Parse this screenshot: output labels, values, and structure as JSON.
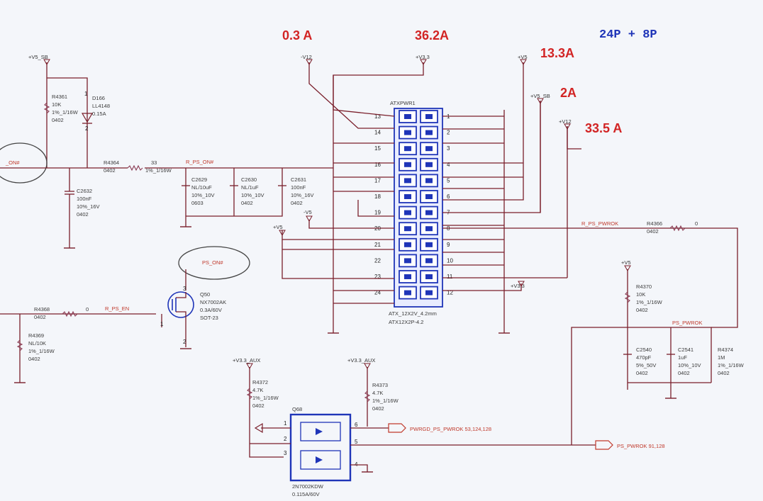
{
  "colors": {
    "wire": "#7a1f2b",
    "current_label": "#d22424",
    "title": "#1f35b8",
    "connector_body": "#1f35b8",
    "net_label": "#c0392b",
    "background": "#f4f6fa"
  },
  "title": "24P + 8P",
  "currents": {
    "v12": "0.3 A",
    "v3_3": "36.2A",
    "v5": "13.3A",
    "v5sb": "2A",
    "v12b": "33.5 A"
  },
  "rails": {
    "v5_sb_left": "+V5_SB",
    "v12": "-V12",
    "v3_3_top": "+V3.3",
    "v5_top": "+V5",
    "v5_sb_right": "+V5_SB",
    "v12_right": "+V12",
    "v5_mid": "+V5",
    "neg_v5": "-V5",
    "v5_right": "+V5",
    "v3_3_right": "+V3.3",
    "v3_3_aux_1": "+V3.3_AUX",
    "v3_3_aux_2": "+V3.3_AUX"
  },
  "connector": {
    "refdes": "ATXPWR1",
    "label": "ATX_12X2V_4.2mm",
    "part": "ATX12X2P-4.2",
    "left_pins": [
      "13",
      "14",
      "15",
      "16",
      "17",
      "18",
      "19",
      "20",
      "21",
      "22",
      "23",
      "24"
    ],
    "right_pins": [
      "1",
      "2",
      "3",
      "4",
      "5",
      "6",
      "7",
      "8",
      "9",
      "10",
      "11",
      "12"
    ]
  },
  "components": {
    "r4361": {
      "ref": "R4361",
      "v1": "10K",
      "v2": "1%_1/16W",
      "v3": "0402"
    },
    "d166": {
      "ref": "D166",
      "v1": "LL4148",
      "v2": "0.15A",
      "pin1": "1",
      "pin2": "2"
    },
    "r4364": {
      "ref": "R4364",
      "v1": "33",
      "v2": "1%_1/16W",
      "v3": "0402"
    },
    "c2629": {
      "ref": "C2629",
      "v1": "NL/10uF",
      "v2": "10%_10V",
      "v3": "0603"
    },
    "c2630": {
      "ref": "C2630",
      "v1": "NL/1uF",
      "v2": "10%_10V",
      "v3": "0402"
    },
    "c2631": {
      "ref": "C2631",
      "v1": "100nF",
      "v2": "10%_16V",
      "v3": "0402"
    },
    "c2632": {
      "ref": "C2632",
      "v1": "100nF",
      "v2": "10%_16V",
      "v3": "0402"
    },
    "q50": {
      "ref": "Q50",
      "v1": "NX7002AK",
      "v2": "0.3A/60V",
      "v3": "SOT-23",
      "pin1": "1",
      "pin2": "2",
      "pin3": "3"
    },
    "r4368": {
      "ref": "R4368",
      "v1": "0",
      "v2": "0402"
    },
    "r4369": {
      "ref": "R4369",
      "v1": "NL/10K",
      "v2": "1%_1/16W",
      "v3": "0402"
    },
    "r4366": {
      "ref": "R4366",
      "v1": "0",
      "v2": "0402"
    },
    "r4370": {
      "ref": "R4370",
      "v1": "10K",
      "v2": "1%_1/16W",
      "v3": "0402"
    },
    "c2540": {
      "ref": "C2540",
      "v1": "470pF",
      "v2": "5%_50V",
      "v3": "0402"
    },
    "c2541": {
      "ref": "C2541",
      "v1": "1uF",
      "v2": "10%_10V",
      "v3": "0402"
    },
    "r4374": {
      "ref": "R4374",
      "v1": "1M",
      "v2": "1%_1/16W",
      "v3": "0402"
    },
    "r4372": {
      "ref": "R4372",
      "v1": "4.7K",
      "v2": "1%_1/16W",
      "v3": "0402"
    },
    "r4373": {
      "ref": "R4373",
      "v1": "4.7K",
      "v2": "1%_1/16W",
      "v3": "0402"
    },
    "q68": {
      "ref": "Q68",
      "v1": "2N7002KDW",
      "v2": "0.115A/60V",
      "pins": [
        "1",
        "2",
        "3",
        "4",
        "5",
        "6"
      ]
    }
  },
  "nets": {
    "ps_on_left": "_ON#",
    "r_ps_on": "R_PS_ON#",
    "ps_on": "PS_ON#",
    "r_ps_en": "R_PS_EN",
    "r_ps_pwrok": "R_PS_PWROK",
    "ps_pwrok": "PS_PWROK",
    "pwrgd_ps_pwrok": "PWRGD_PS_PWROK 53,124,128",
    "ps_pwrok_out": "PS_PWROK 91,128"
  }
}
